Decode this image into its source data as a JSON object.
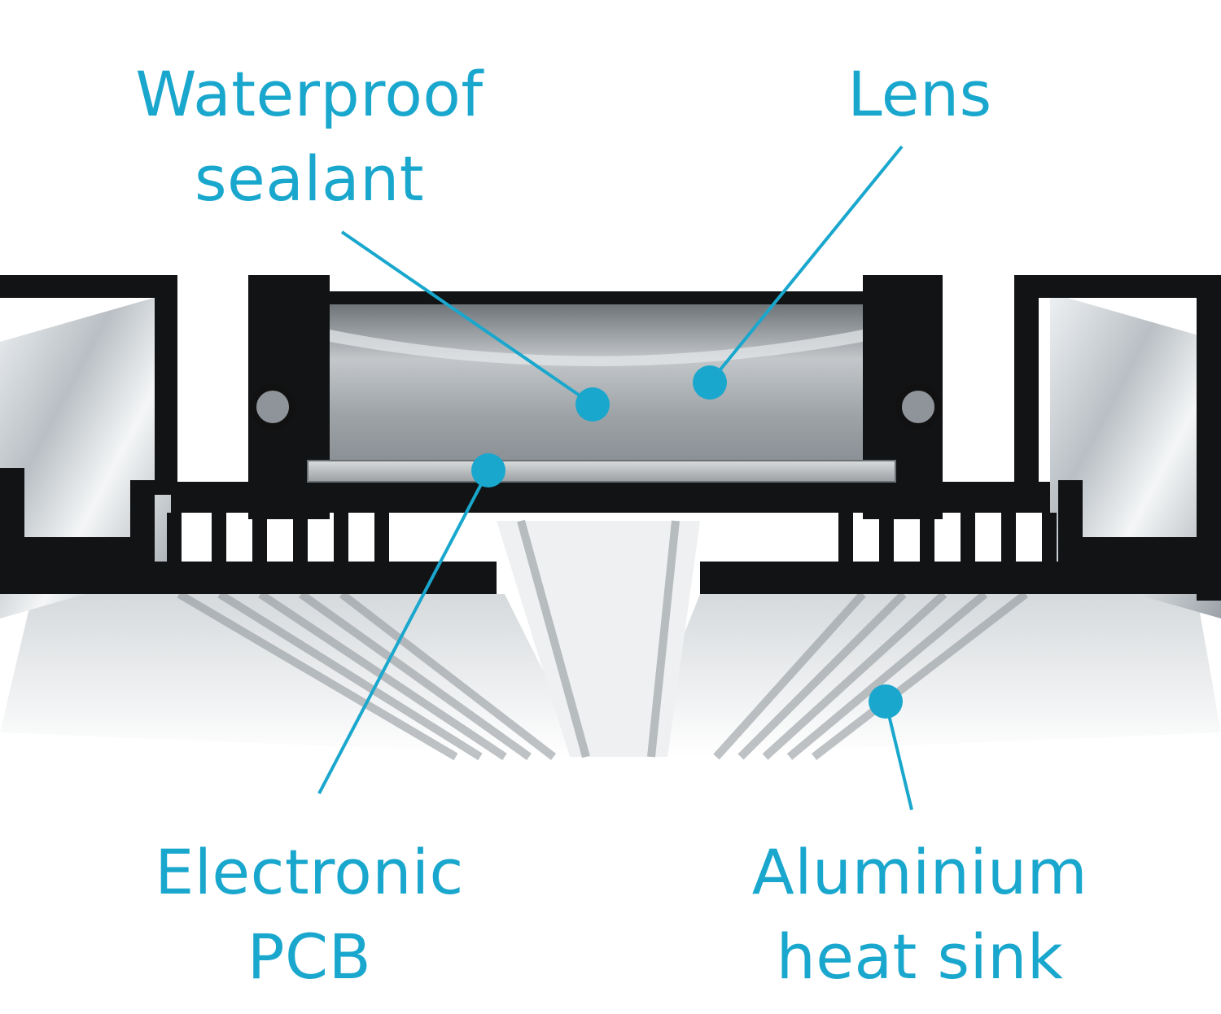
{
  "accent_color": "#1aa7cd",
  "callouts": [
    {
      "id": "sealant",
      "lines": [
        "Waterproof",
        "sealant"
      ]
    },
    {
      "id": "lens",
      "lines": [
        "Lens"
      ]
    },
    {
      "id": "pcb",
      "lines": [
        "Electronic",
        "PCB"
      ]
    },
    {
      "id": "heatsink",
      "lines": [
        "Aluminium",
        "heat sink"
      ]
    }
  ]
}
